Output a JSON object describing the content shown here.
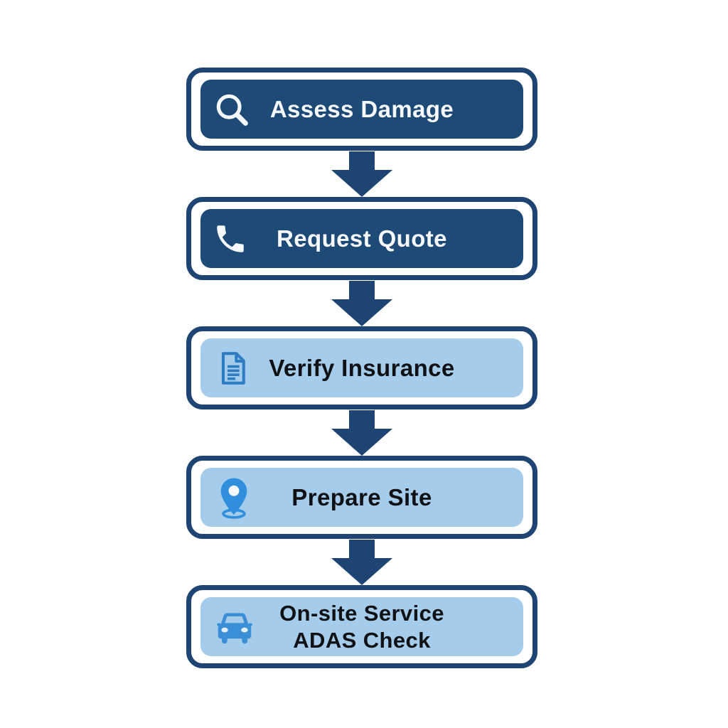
{
  "diagram": {
    "kind": "flowchart-vertical",
    "background": "#ffffff",
    "palette": {
      "navy_fill": "#1e4a78",
      "navy_border": "#1d4472",
      "light_blue_fill": "#a5cdeb",
      "icon_document_blue": "#2e7dc2",
      "icon_pin_blue": "#2f8fdd",
      "icon_car_blue": "#3b8fd6",
      "text_on_dark": "#f7fafc",
      "text_on_light": "#101114"
    },
    "steps": [
      {
        "label": "Assess Damage",
        "lines": [
          "Assess Damage"
        ],
        "icon": "magnifier-icon",
        "variant": "dark"
      },
      {
        "label": "Request Quote",
        "lines": [
          "Request Quote"
        ],
        "icon": "phone-icon",
        "variant": "dark"
      },
      {
        "label": "Verify Insurance",
        "lines": [
          "Verify Insurance"
        ],
        "icon": "document-icon",
        "variant": "light"
      },
      {
        "label": "Prepare Site",
        "lines": [
          "Prepare Site"
        ],
        "icon": "location-pin-icon",
        "variant": "light"
      },
      {
        "label": "On-site Service ADAS Check",
        "lines": [
          "On-site Service",
          "ADAS Check"
        ],
        "icon": "car-icon",
        "variant": "light"
      }
    ],
    "connectors": {
      "count": 4,
      "direction": "down",
      "color": "#1d4472"
    }
  }
}
